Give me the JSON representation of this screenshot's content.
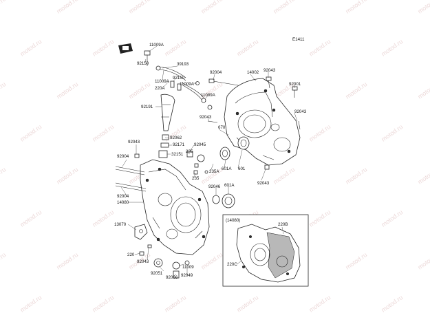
{
  "diagram_code": "E1411",
  "watermark_text": "motod.ru",
  "inset_group": "(14080)",
  "part_labels": {
    "p11009A_a": "11009A",
    "p92150_a": "92150",
    "p11009A_b": "11009A",
    "p220A": "220A",
    "p92150_b": "92150",
    "p39193": "39193",
    "p11009A_c": "11009A",
    "p11009A_d": "11009A",
    "p92191": "92191",
    "p92004_top": "92004",
    "p14002": "14002",
    "p92043_top": "92043",
    "p92001": "92001",
    "p92043_right": "92043",
    "p92043_mid": "92043",
    "p670": "670",
    "p92062": "92062",
    "p92171": "92171",
    "p92045": "92045",
    "p32151": "32151",
    "p235_a": "235",
    "p235A": "235A",
    "p601A_a": "601A",
    "p601": "601",
    "p235_b": "235",
    "p92043_low": "92043",
    "p92043_left": "92043",
    "p92004_left": "92004",
    "p92004_left2": "92004",
    "p92046": "92046",
    "p601A_b": "601A",
    "p14080": "14080",
    "p13070": "13070",
    "p220": "220",
    "p92043_bottom": "92043",
    "p11009": "11009",
    "p92051": "92051",
    "p92066": "92066",
    "p92049": "92049",
    "p220B": "220B",
    "p220C": "220C"
  }
}
